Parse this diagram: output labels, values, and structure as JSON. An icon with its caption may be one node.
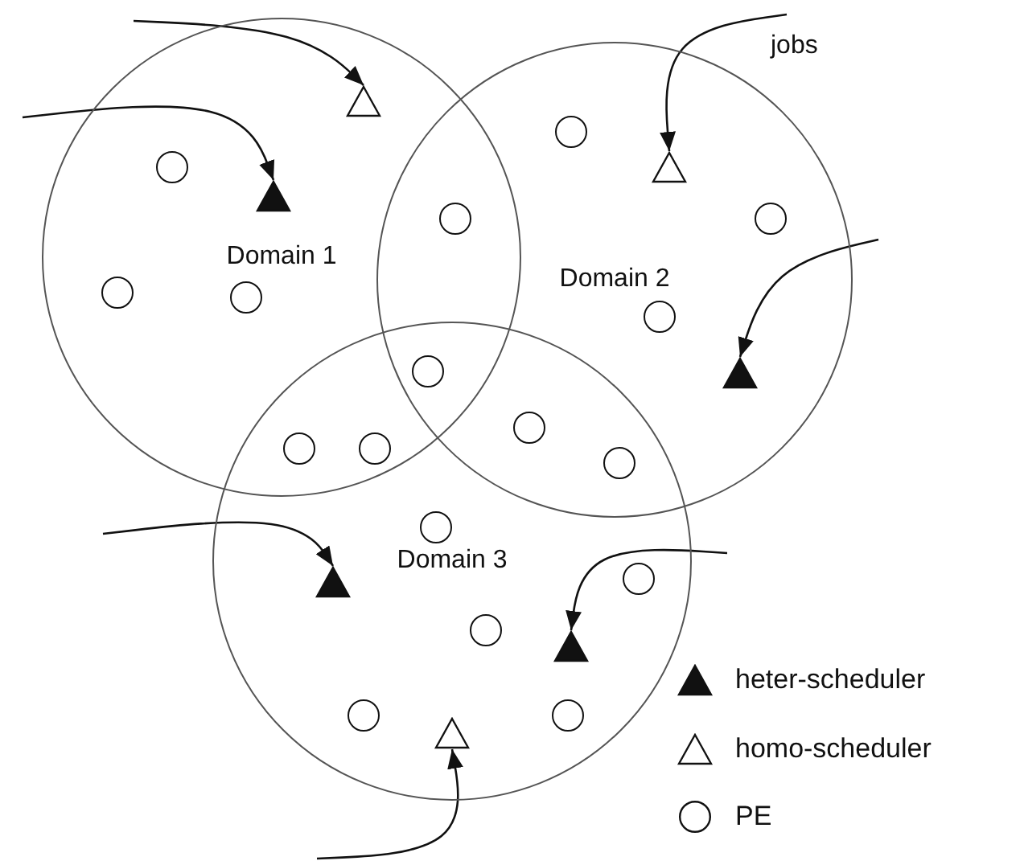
{
  "diagram": {
    "nodes": [
      {
        "text": [
          "Domain 1"
        ]
      },
      {
        "text": [
          "Domain 2"
        ]
      },
      {
        "text": [
          "Domain 3"
        ]
      },
      {
        "text": [],
        "shape": "triangle",
        "in": 0
      },
      {
        "text": [],
        "shape": "circle",
        "in": 1
      },
      {
        "text": [],
        "shape": "triangle",
        "in": 1
      },
      {
        "text": [],
        "shape": "circle",
        "in": 0
      },
      {
        "text": [],
        "shape": "triangle",
        "in": 0
      },
      {
        "text": [],
        "shape": "circle"
      },
      {
        "text": [],
        "shape": "circle",
        "in": 1
      },
      {
        "text": [],
        "shape": "circle",
        "in": 0
      },
      {
        "text": [],
        "shape": "circle",
        "in": 0
      },
      {
        "text": [],
        "shape": "circle",
        "in": 1
      },
      {
        "text": [],
        "shape": "triangle",
        "in": 1
      },
      {
        "text": [],
        "shape": "circle"
      },
      {
        "text": [],
        "shape": "circle"
      },
      {
        "text": [],
        "shape": "circle"
      },
      {
        "text": [],
        "shape": "circle"
      },
      {
        "text": [],
        "shape": "circle"
      },
      {
        "text": [],
        "shape": "circle",
        "in": 2
      },
      {
        "text": [],
        "shape": "circle",
        "in": 2
      },
      {
        "text": [],
        "shape": "triangle",
        "in": 2
      },
      {
        "text": [],
        "shape": "circle",
        "in": 2
      },
      {
        "text": [],
        "shape": "triangle",
        "in": 2
      },
      {
        "text": [],
        "shape": "circle",
        "in": 2
      },
      {
        "text": [],
        "shape": "circle",
        "in": 2
      },
      {
        "text": [],
        "shape": "triangle",
        "in": 2
      }
    ],
    "edges": [
      {
        "from": null,
        "to": 3,
        "arrow": "to"
      },
      {
        "from": null,
        "to": 7,
        "arrow": "to"
      },
      {
        "from": null,
        "to": 5,
        "arrow": "to"
      },
      {
        "from": null,
        "to": 13,
        "arrow": "to"
      },
      {
        "from": null,
        "to": 21,
        "arrow": "to"
      },
      {
        "from": null,
        "to": 23,
        "arrow": "to"
      },
      {
        "from": null,
        "to": 26,
        "arrow": "to"
      }
    ],
    "labels": [
      "jobs"
    ],
    "legend": [
      {
        "text": "heter-scheduler"
      },
      {
        "text": "homo-scheduler"
      },
      {
        "text": "PE"
      }
    ]
  }
}
